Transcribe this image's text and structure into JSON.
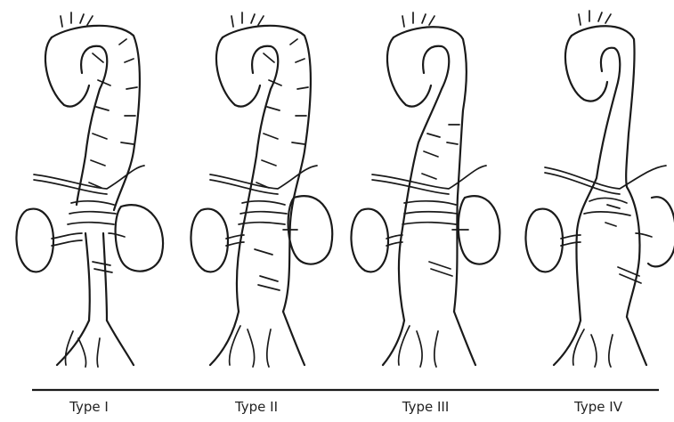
{
  "figure": {
    "panels": [
      {
        "label": "Type I"
      },
      {
        "label": "Type II"
      },
      {
        "label": "Type III"
      },
      {
        "label": "Type IV"
      }
    ]
  }
}
